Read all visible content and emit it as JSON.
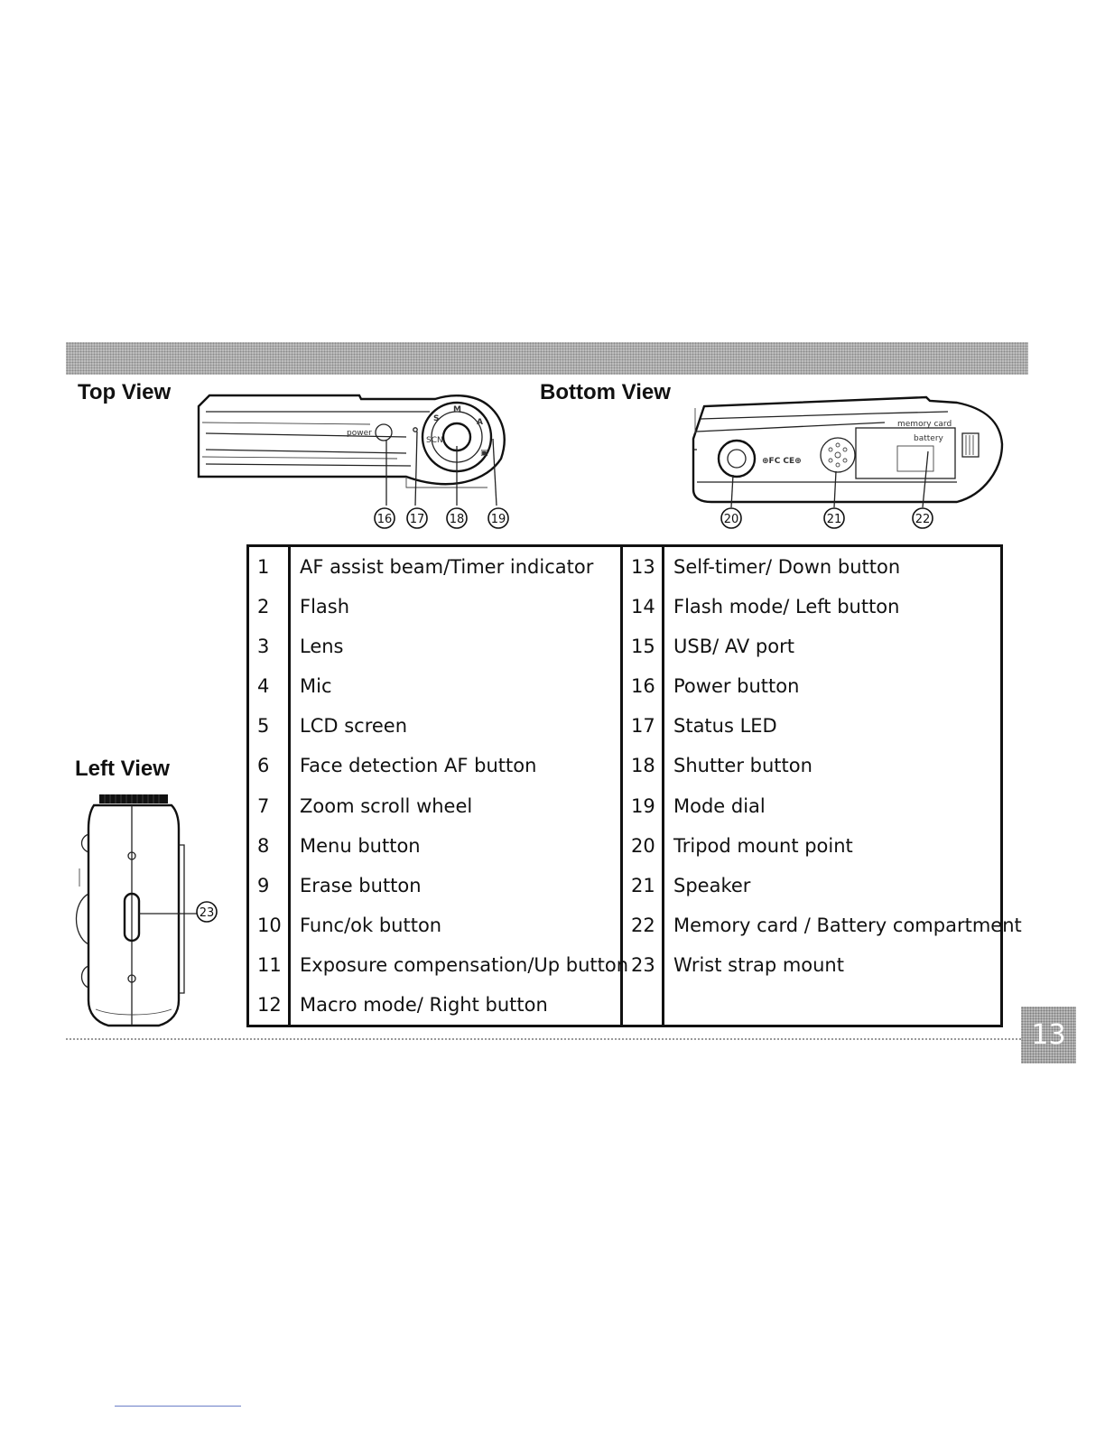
{
  "views": {
    "top": "Top View",
    "bottom": "Bottom View",
    "left": "Left View"
  },
  "diagram_labels": {
    "power": "power",
    "memory_card": "memory card",
    "battery": "battery"
  },
  "callouts": {
    "top": [
      "16",
      "17",
      "18",
      "19"
    ],
    "bottom": [
      "20",
      "21",
      "22"
    ],
    "left": [
      "23"
    ]
  },
  "parts": [
    {
      "num": "1",
      "label": "AF assist beam/Timer indicator",
      "num2": "13",
      "label2": "Self-timer/ Down button"
    },
    {
      "num": "2",
      "label": "Flash",
      "num2": "14",
      "label2": "Flash mode/ Left button"
    },
    {
      "num": "3",
      "label": "Lens",
      "num2": "15",
      "label2": "USB/ AV port"
    },
    {
      "num": "4",
      "label": "Mic",
      "num2": "16",
      "label2": "Power button"
    },
    {
      "num": "5",
      "label": "LCD screen",
      "num2": "17",
      "label2": "Status LED"
    },
    {
      "num": "6",
      "label": "Face detection AF button",
      "num2": "18",
      "label2": "Shutter button"
    },
    {
      "num": "7",
      "label": "Zoom scroll wheel",
      "num2": "19",
      "label2": "Mode dial"
    },
    {
      "num": "8",
      "label": "Menu button",
      "num2": "20",
      "label2": "Tripod mount point"
    },
    {
      "num": "9",
      "label": "Erase button",
      "num2": "21",
      "label2": "Speaker"
    },
    {
      "num": "10",
      "label": "Func/ok button",
      "num2": "22",
      "label2": "Memory card / Battery compartment"
    },
    {
      "num": "11",
      "label": "Exposure compensation/Up button",
      "num2": "23",
      "label2": "Wrist strap mount"
    },
    {
      "num": "12",
      "label": " Macro mode/ Right button",
      "num2": "",
      "label2": ""
    }
  ],
  "page_number": "13"
}
